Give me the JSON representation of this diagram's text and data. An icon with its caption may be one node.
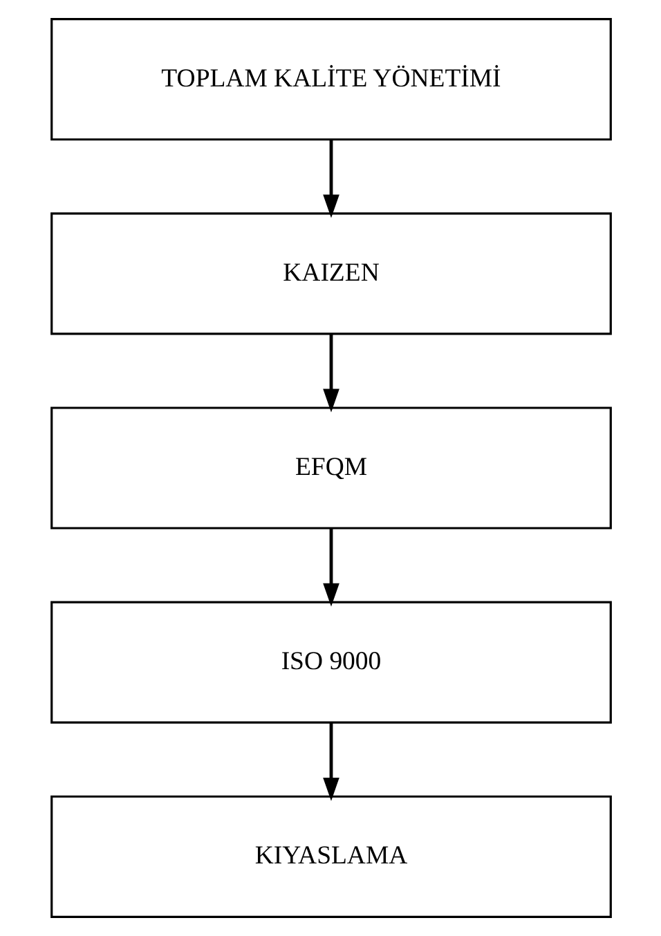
{
  "diagram": {
    "nodes": [
      {
        "text": [
          "TOPLAM KALİTE YÖNETİMİ"
        ]
      },
      {
        "text": [
          "KAIZEN"
        ]
      },
      {
        "text": [
          "EFQM"
        ]
      },
      {
        "text": [
          "ISO 9000"
        ]
      },
      {
        "text": [
          "KIYASLAMA"
        ]
      }
    ],
    "edges": [
      {
        "from": 0,
        "to": 1,
        "arrow": "to"
      },
      {
        "from": 1,
        "to": 2,
        "arrow": "to"
      },
      {
        "from": 2,
        "to": 3,
        "arrow": "to"
      },
      {
        "from": 3,
        "to": 4,
        "arrow": "to"
      }
    ]
  }
}
